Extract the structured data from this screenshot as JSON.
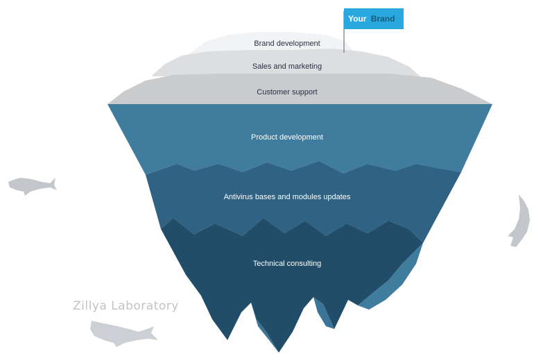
{
  "flag": {
    "label_part1": "Your",
    "label_part2": "Brand",
    "color": "#29a8e0",
    "highlight_color": "#1a5a7a"
  },
  "above_water": [
    {
      "label": "Brand development"
    },
    {
      "label": "Sales and marketing"
    },
    {
      "label": "Customer support"
    }
  ],
  "below_water": [
    {
      "label": "Product development"
    },
    {
      "label": "Antivirus bases and modules updates"
    },
    {
      "label": "Technical consulting"
    }
  ],
  "watermark": "Zillya Laboratory",
  "colors": {
    "ice_top": "#f2f3f4",
    "ice_mid": "#dcdee0",
    "ice_low": "#c9cbcd",
    "water_1": "#3f7c9e",
    "water_2": "#2f6283",
    "water_3": "#224d68",
    "shark": "#c3c7cc"
  }
}
